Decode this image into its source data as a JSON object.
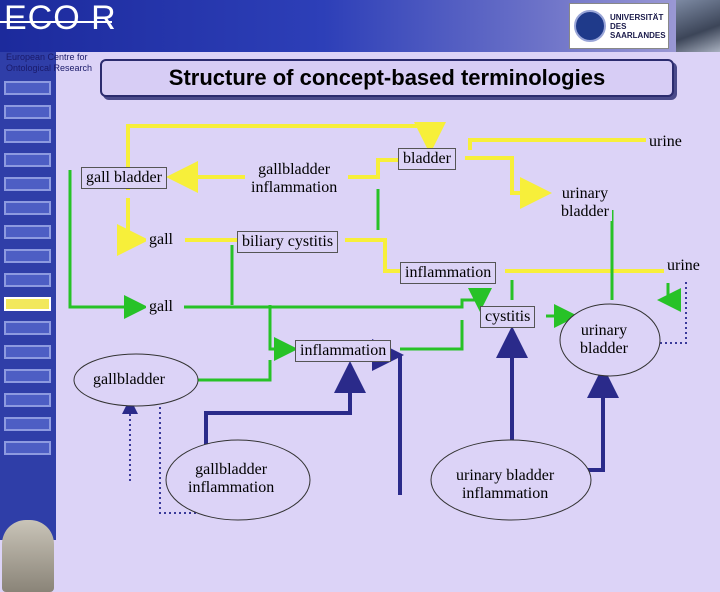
{
  "header": {
    "logo_text": "ECO R",
    "institute_line1": "European Centre for",
    "institute_line2": "Ontological Research",
    "university_line1": "UNIVERSITÄT",
    "university_line2": "DES",
    "university_line3": "SAARLANDES"
  },
  "title": "Structure of concept-based terminologies",
  "colors": {
    "yellow_link": "#f7ef3a",
    "green_link": "#27c227",
    "navy_link": "#2a2a8a",
    "dotted_link": "#3a3a9a"
  },
  "nodes": {
    "gall_bladder": "gall bladder",
    "gallbladder_inflammation_top_l1": "gallbladder",
    "gallbladder_inflammation_top_l2": "inflammation",
    "bladder_top": "bladder",
    "urine_top": "urine",
    "urinary_bladder_top_l1": "urinary",
    "urinary_bladder_top_l2": "bladder",
    "gall_top": "gall",
    "biliary_cystitis": "biliary cystitis",
    "inflammation_mid": "inflammation",
    "urine_mid": "urine",
    "gall_low": "gall",
    "cystitis": "cystitis",
    "urinary_bladder_low_l1": "urinary",
    "urinary_bladder_low_l2": "bladder",
    "inflammation_low": "inflammation",
    "gallbladder_low": "gallbladder",
    "gallbladder_inflammation_low_l1": "gallbladder",
    "gallbladder_inflammation_low_l2": "inflammation",
    "urinary_bladder_inflammation_l1": "urinary bladder",
    "urinary_bladder_inflammation_l2": "inflammation"
  }
}
